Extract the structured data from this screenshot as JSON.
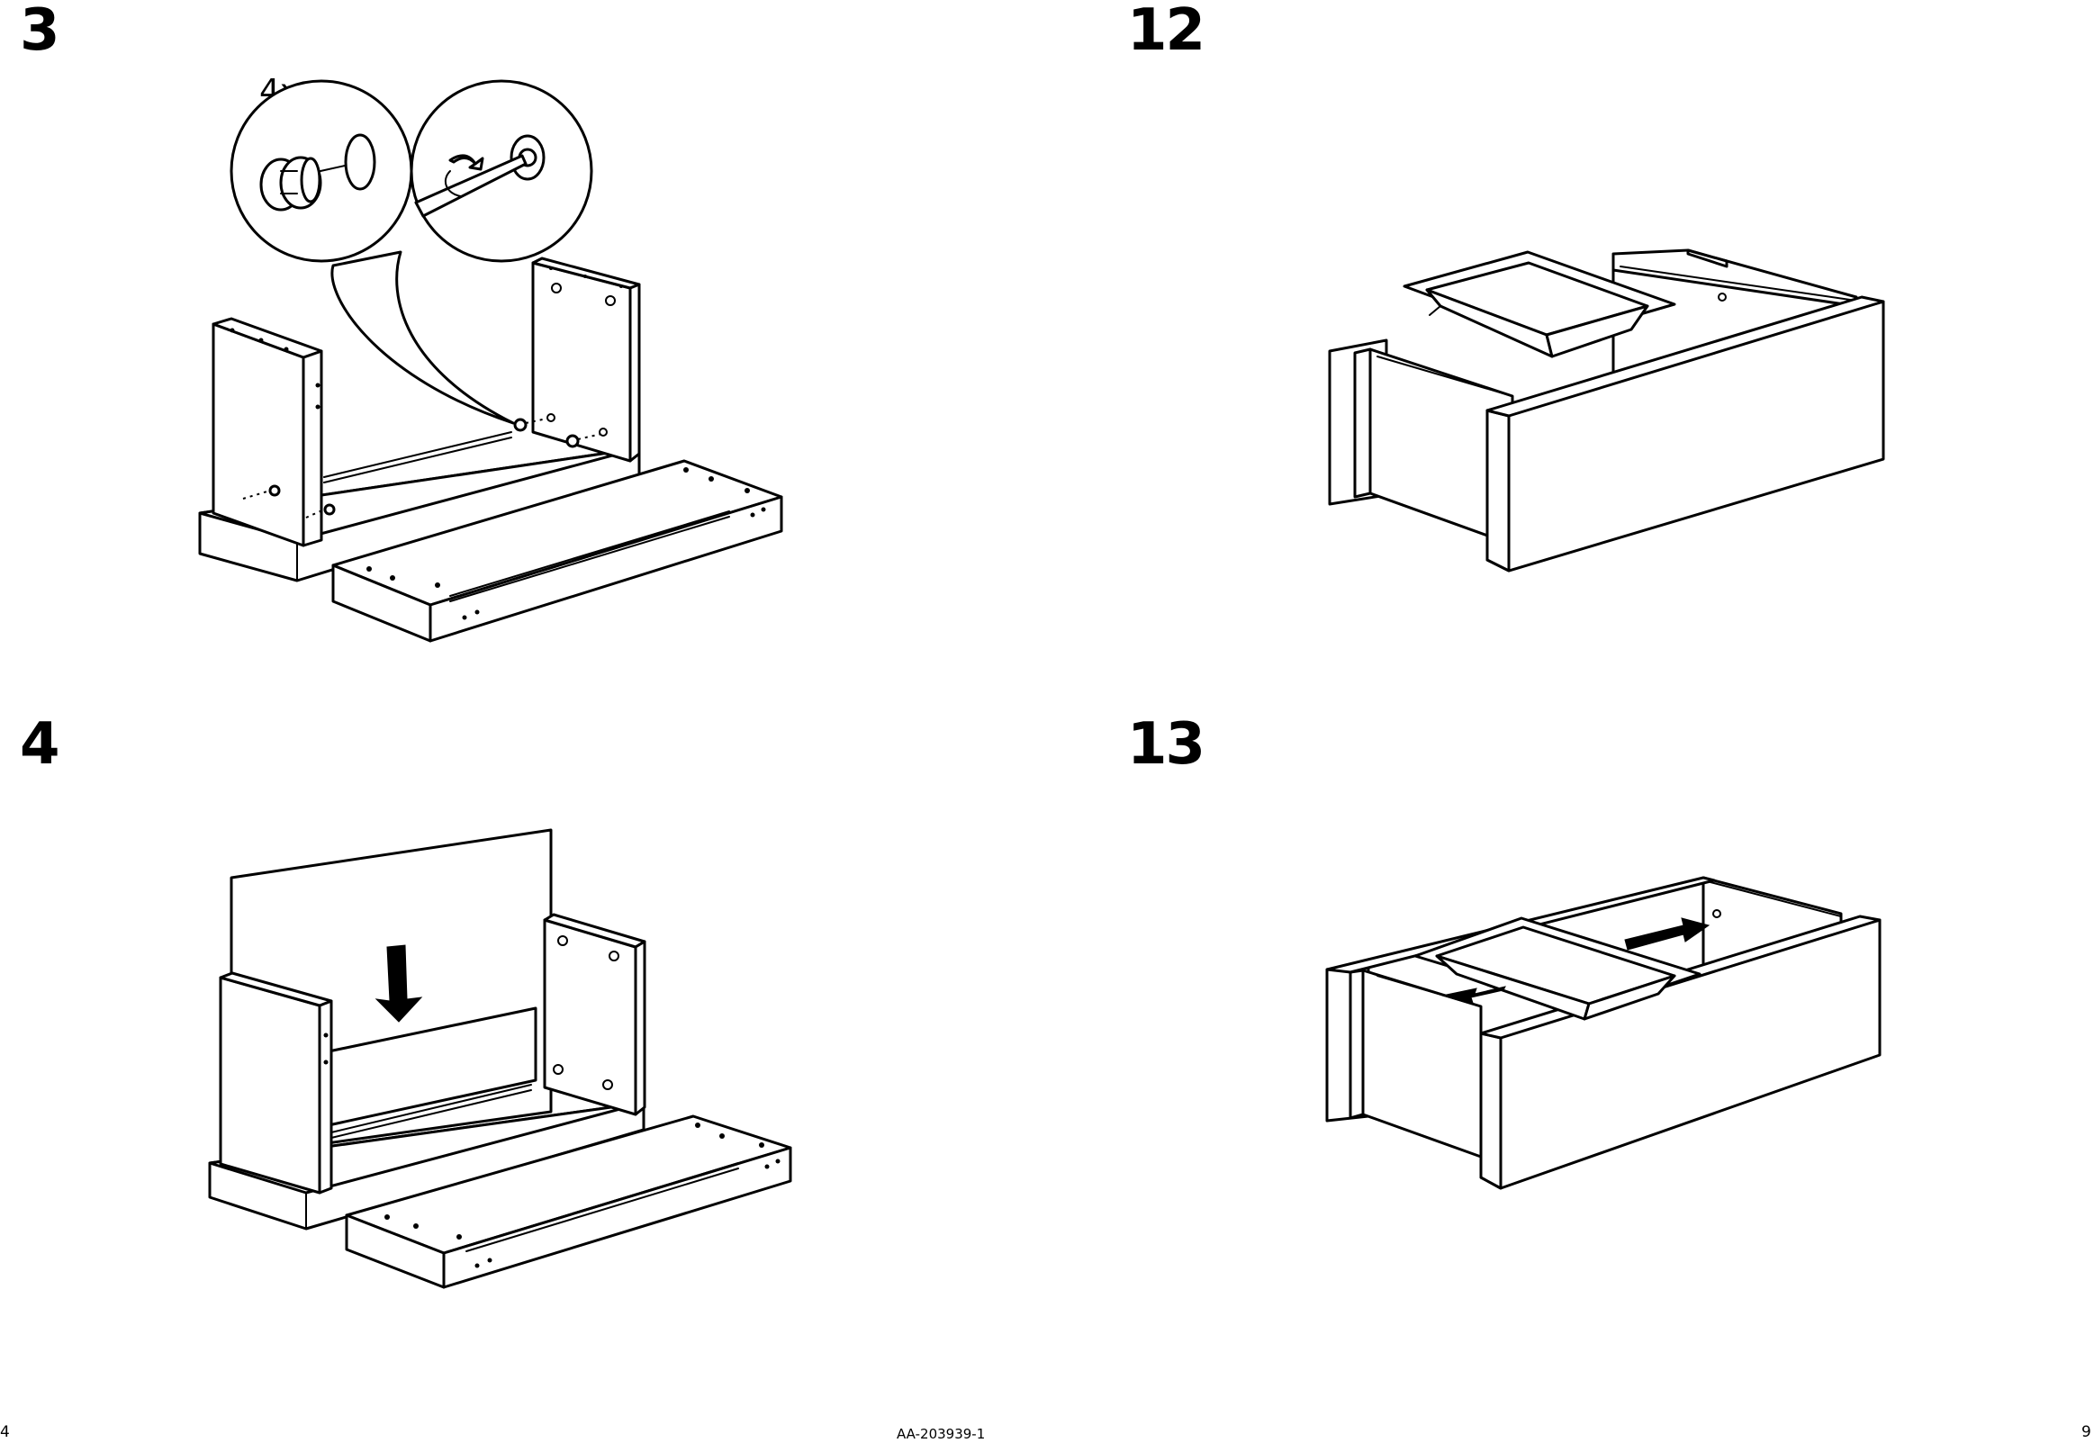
{
  "page": {
    "left_page_number": "4",
    "right_page_number": "9",
    "document_code": "AA-203939-1"
  },
  "steps": [
    {
      "number": "3",
      "quantity": "4x"
    },
    {
      "number": "12"
    },
    {
      "number": "4"
    },
    {
      "number": "13"
    }
  ]
}
